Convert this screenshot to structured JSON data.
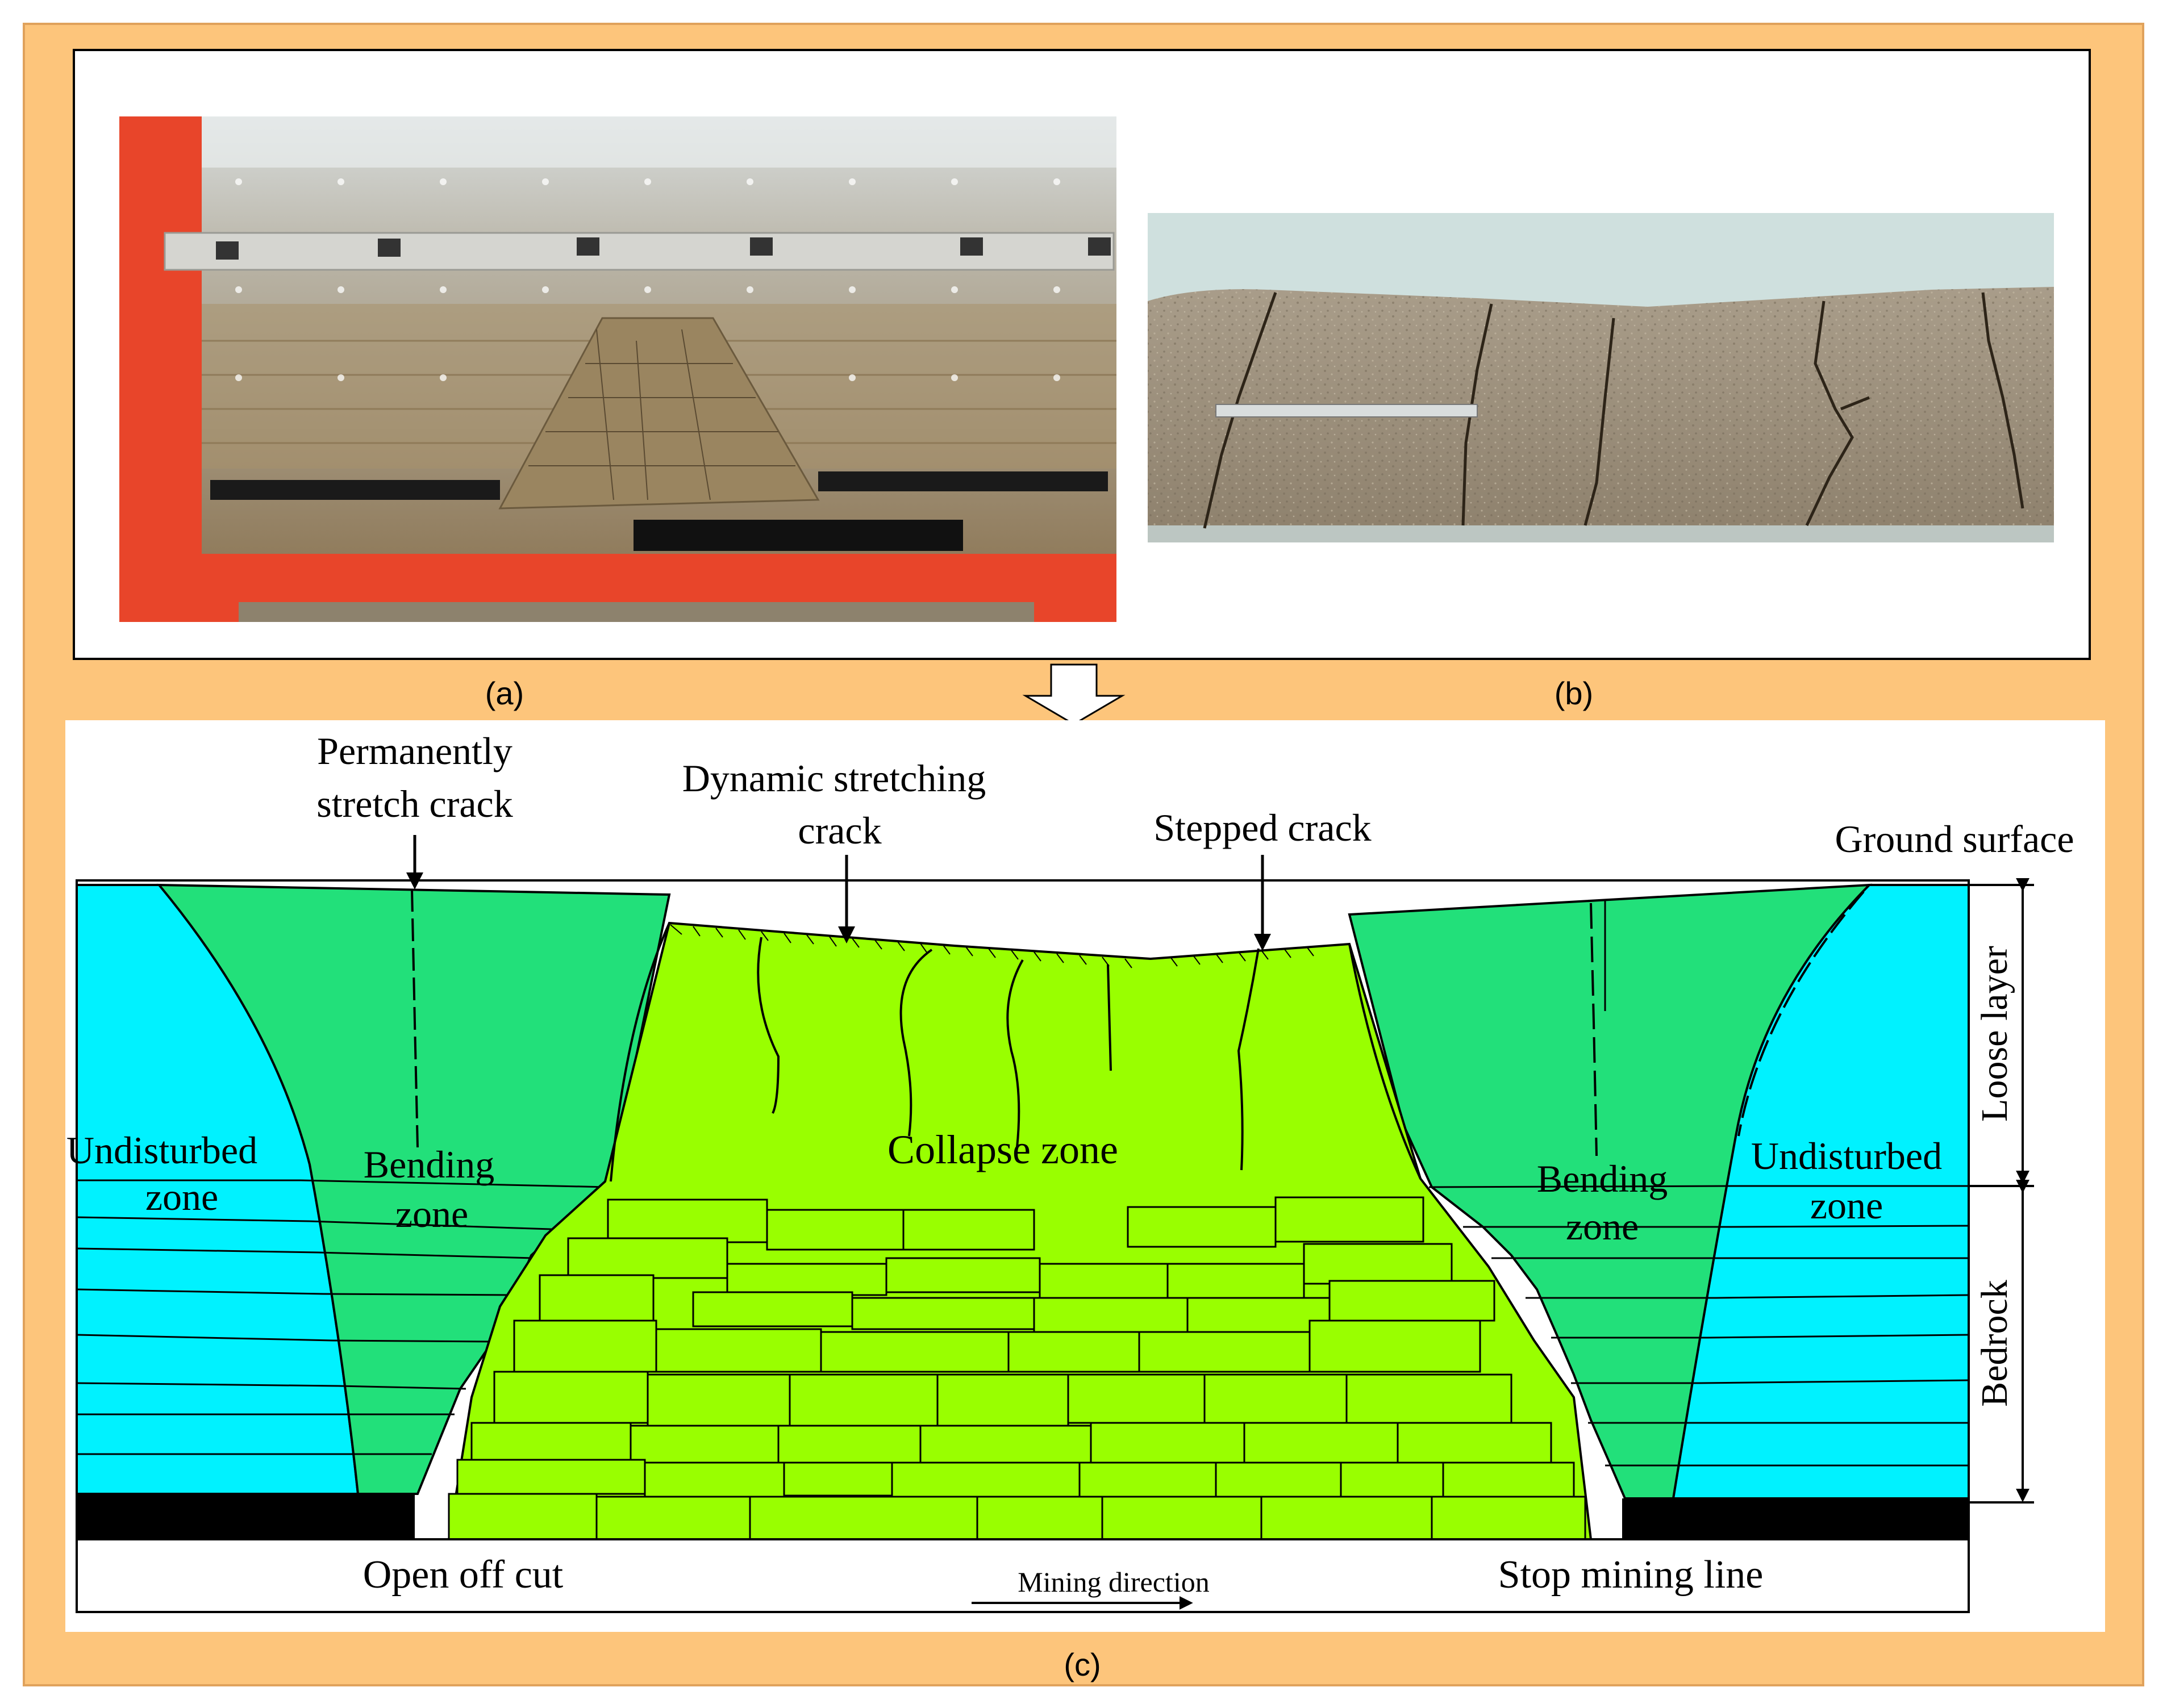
{
  "panels": {
    "a": {
      "caption": "(a)"
    },
    "b": {
      "caption": "(b)"
    },
    "c": {
      "caption": "(c)"
    }
  },
  "colors": {
    "frame_orange": "#FDC57B",
    "undisturbed": "#00F2FF",
    "bending": "#22E07A",
    "collapse": "#99FF00",
    "seam": "#000000"
  },
  "labels": {
    "permanent_crack_1": "Permanently",
    "permanent_crack_2": "stretch crack",
    "dynamic_crack_1": "Dynamic stretching",
    "dynamic_crack_2": "crack",
    "stepped_crack": "Stepped crack",
    "ground_surface": "Ground surface",
    "loose_layer": "Loose layer",
    "bedrock": "Bedrock",
    "undisturbed_left_1": "Undisturbed",
    "undisturbed_left_2": "zone",
    "bending_left_1": "Bending",
    "bending_left_2": "zone",
    "collapse_zone": "Collapse zone",
    "bending_right_1": "Bending",
    "bending_right_2": "zone",
    "undisturbed_right_1": "Undisturbed",
    "undisturbed_right_2": "zone",
    "open_off_cut": "Open off cut",
    "mining_direction": "Mining direction",
    "stop_mining_line": "Stop mining line"
  }
}
